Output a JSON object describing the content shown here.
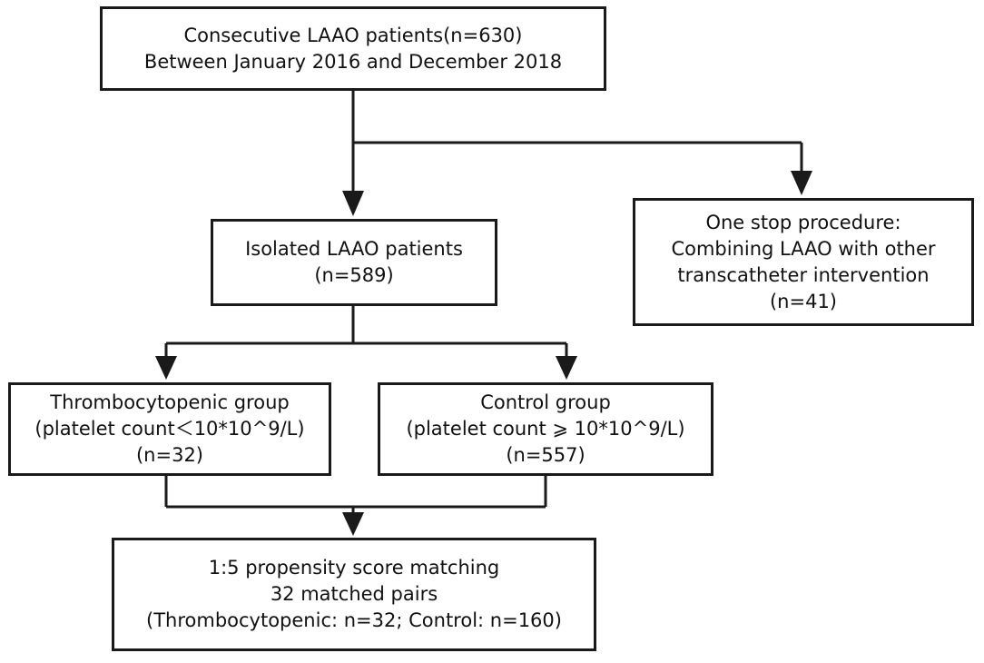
{
  "boxes": {
    "start": {
      "lines": [
        "Consecutive LAAO patients(n=630)",
        "Between January 2016 and December 2018"
      ]
    },
    "isolated": {
      "lines": [
        "Isolated LAAO patients",
        "(n=589)"
      ]
    },
    "one_stop": {
      "lines": [
        "One stop procedure:",
        "Combining LAAO with other",
        "transcatheter intervention",
        "(n=41)"
      ]
    },
    "thrombocytopenic": {
      "lines": [
        "Thrombocytopenic group",
        "(platelet count＜10*10^9/L)",
        "(n=32)"
      ]
    },
    "control": {
      "lines": [
        "Control group",
        "(platelet count ⩾ 10*10^9/L)",
        "(n=557)"
      ]
    },
    "matching": {
      "lines": [
        "1:5 propensity score matching",
        "32 matched pairs",
        "(Thrombocytopenic: n=32; Control: n=160)"
      ]
    }
  },
  "colors": {
    "line": "#1a1a1a",
    "background": "#ffffff"
  }
}
